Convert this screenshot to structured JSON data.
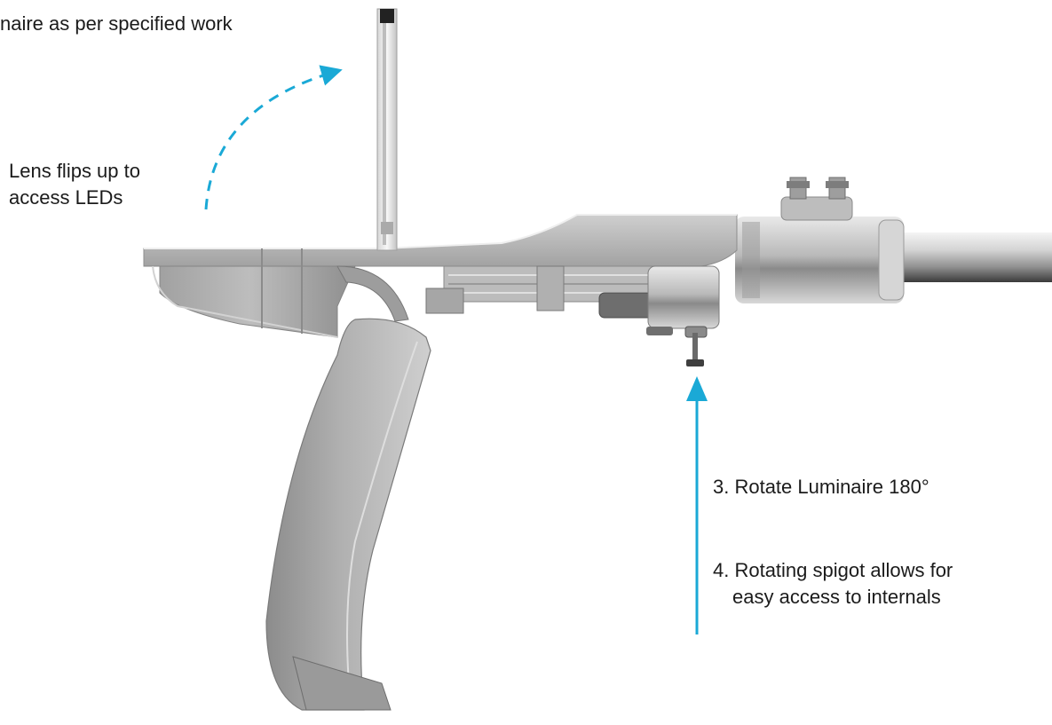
{
  "captions": {
    "top": "naire as per specified work",
    "lens_line1": "Lens flips up to",
    "lens_line2": "access LEDs",
    "step3": "3. Rotate Luminaire 180°",
    "step4_line1": "4. Rotating spigot allows for",
    "step4_line2": "easy access to internals"
  },
  "colors": {
    "arrow": "#1aa9d6",
    "housing": "#a9a9a9",
    "metal": "#c8c8c8"
  }
}
